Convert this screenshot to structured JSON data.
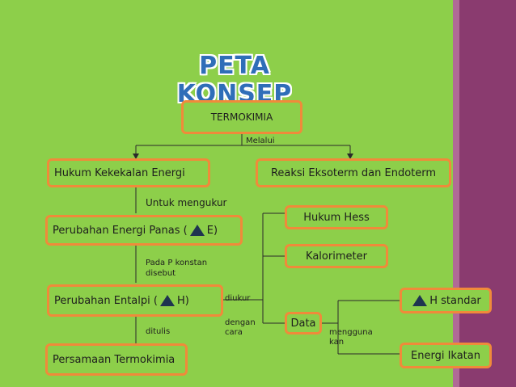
{
  "title": "PETA KONSEP",
  "nodes": {
    "termokimia": "TERMOKIMIA",
    "hukum_kekekalan": "Hukum Kekekalan Energi",
    "reaksi": "Reaksi Eksoterm dan Endoterm",
    "perubahan_energi_pre": "Perubahan Energi Panas (",
    "perubahan_energi_post": "E)",
    "hukum_hess": "Hukum Hess",
    "kalorimeter": "Kalorimeter",
    "entalpi_pre": "Perubahan Entalpi  (",
    "entalpi_post": "H)",
    "data": "Data",
    "h_standar": "H standar",
    "energi_ikatan": "Energi Ikatan",
    "persamaan": "Persamaan Termokimia"
  },
  "labels": {
    "melalui": "Melalui",
    "untuk_mengukur": "Untuk mengukur",
    "pada_p_konstan_1": "Pada P konstan",
    "pada_p_konstan_2": "disebut",
    "diukur": "diukur",
    "dengan_cara_1": "dengan",
    "dengan_cara_2": "cara",
    "ditulis": "ditulis",
    "mengguna_1": "mengguna",
    "mengguna_2": "kan"
  },
  "icons": {
    "delta": "delta-triangle-icon"
  },
  "colors": {
    "background": "#8dcf4a",
    "box_border": "#f08a3a",
    "title": "#2f6eb8",
    "side_band": "#8a3b6f",
    "delta": "#1f3450"
  }
}
